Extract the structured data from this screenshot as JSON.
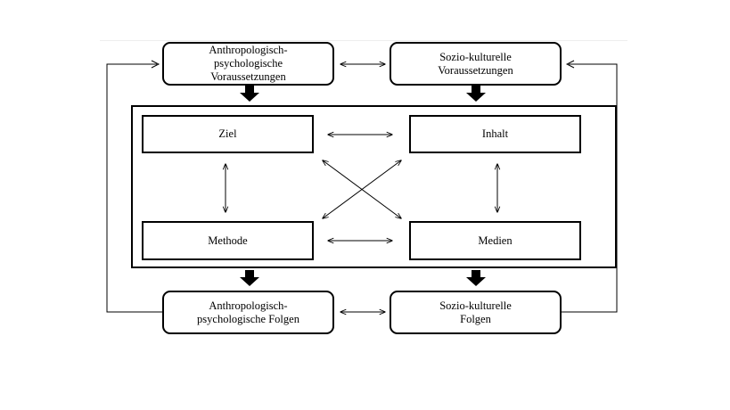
{
  "boxes": {
    "top_left": "Anthropologisch-psychologische Voraussetzungen",
    "top_right": "Sozio-kulturelle Voraussetzungen",
    "ziel": "Ziel",
    "inhalt": "Inhalt",
    "methode": "Methode",
    "medien": "Medien",
    "bottom_left": "Anthropologisch-psychologische Folgen",
    "bottom_right": "Sozio-kulturelle Folgen"
  },
  "lines": {
    "top_left": [
      "Anthropologisch-",
      "psychologische",
      "Voraussetzungen"
    ],
    "top_right": [
      "Sozio-kulturelle",
      "Voraussetzungen"
    ],
    "bottom_left": [
      "Anthropologisch-",
      "psychologische Folgen"
    ],
    "bottom_right": [
      "Sozio-kulturelle",
      "Folgen"
    ]
  }
}
